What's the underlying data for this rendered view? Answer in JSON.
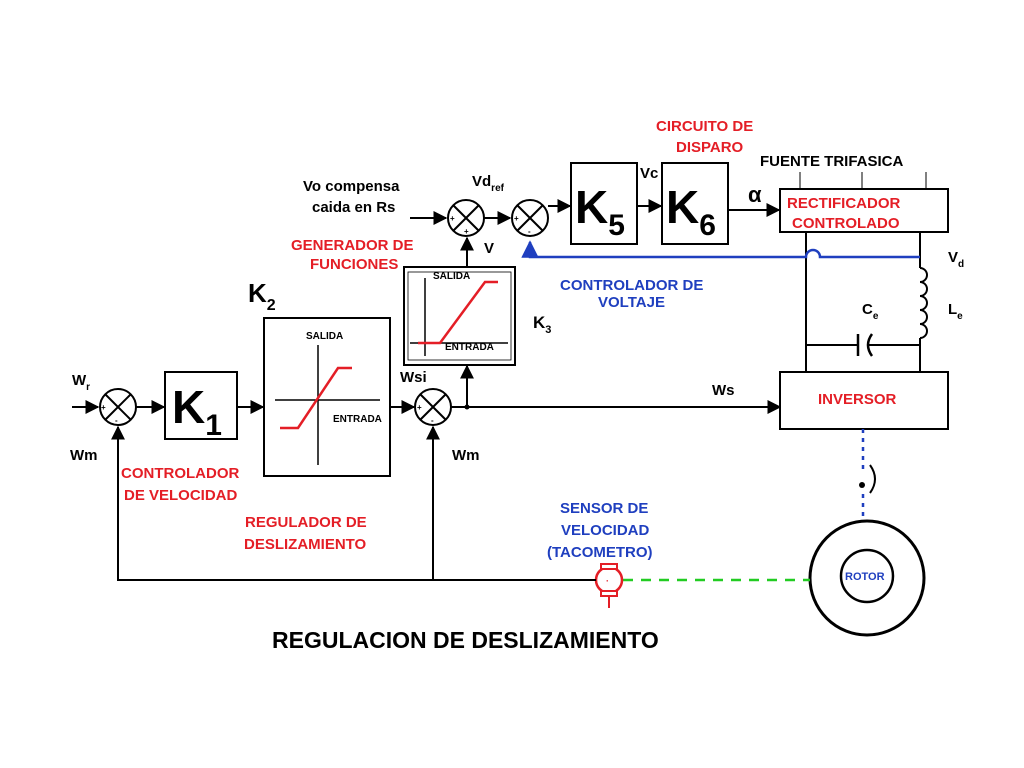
{
  "title": "REGULACION DE DESLIZAMIENTO",
  "blocks": {
    "k1": {
      "base": "K",
      "sub": "1"
    },
    "k5": {
      "base": "K",
      "sub": "5"
    },
    "k6": {
      "base": "K",
      "sub": "6"
    },
    "k2": {
      "base": "K",
      "sub": "2"
    },
    "k3": {
      "base": "K",
      "sub": "3"
    },
    "rectificador": {
      "line1": "RECTIFICADOR",
      "line2": "CONTROLADO"
    },
    "inversor": "INVERSOR",
    "rotor": "ROTOR"
  },
  "labels": {
    "wr": {
      "base": "W",
      "sub": "r"
    },
    "wm_left": "Wm",
    "wm_mid": "Wm",
    "wsi": "Wsi",
    "ws": "Ws",
    "vo_line1": "Vo compensa",
    "vo_line2": "caida en Rs",
    "vdref": {
      "base": "Vd",
      "sub": "ref"
    },
    "v": "V",
    "vc": "Vc",
    "alpha": "α",
    "fuente": "FUENTE TRIFASICA",
    "vd": {
      "base": "V",
      "sub": "d"
    },
    "ce": {
      "base": "C",
      "sub": "e"
    },
    "le": {
      "base": "L",
      "sub": "e"
    },
    "salida_k2": "SALIDA",
    "entrada_k2": "ENTRADA",
    "salida_k3": "SALIDA",
    "entrada_k3": "ENTRADA"
  },
  "annotations": {
    "circuito_line1": "CIRCUITO DE",
    "circuito_line2": "DISPARO",
    "generador_line1": "GENERADOR DE",
    "generador_line2": "FUNCIONES",
    "controlador_voltaje_line1": "CONTROLADOR DE",
    "controlador_voltaje_line2": "VOLTAJE",
    "controlador_velocidad_line1": "CONTROLADOR",
    "controlador_velocidad_line2": "DE VELOCIDAD",
    "regulador_line1": "REGULADOR DE",
    "regulador_line2": "DESLIZAMIENTO",
    "sensor_line1": "SENSOR DE",
    "sensor_line2": "VELOCIDAD",
    "sensor_line3": "(TACOMETRO)"
  },
  "summing_signs": {
    "s1": {
      "left": "+",
      "bottom": "-"
    },
    "s2": {
      "left": "+",
      "bottom": "-"
    },
    "s3": {
      "left": "+",
      "bottom": "+"
    },
    "s4": {
      "left": "+",
      "bottom": "-"
    }
  },
  "colors": {
    "red": "#e41e26",
    "blue": "#1f3fbf",
    "green": "#22cc22"
  }
}
